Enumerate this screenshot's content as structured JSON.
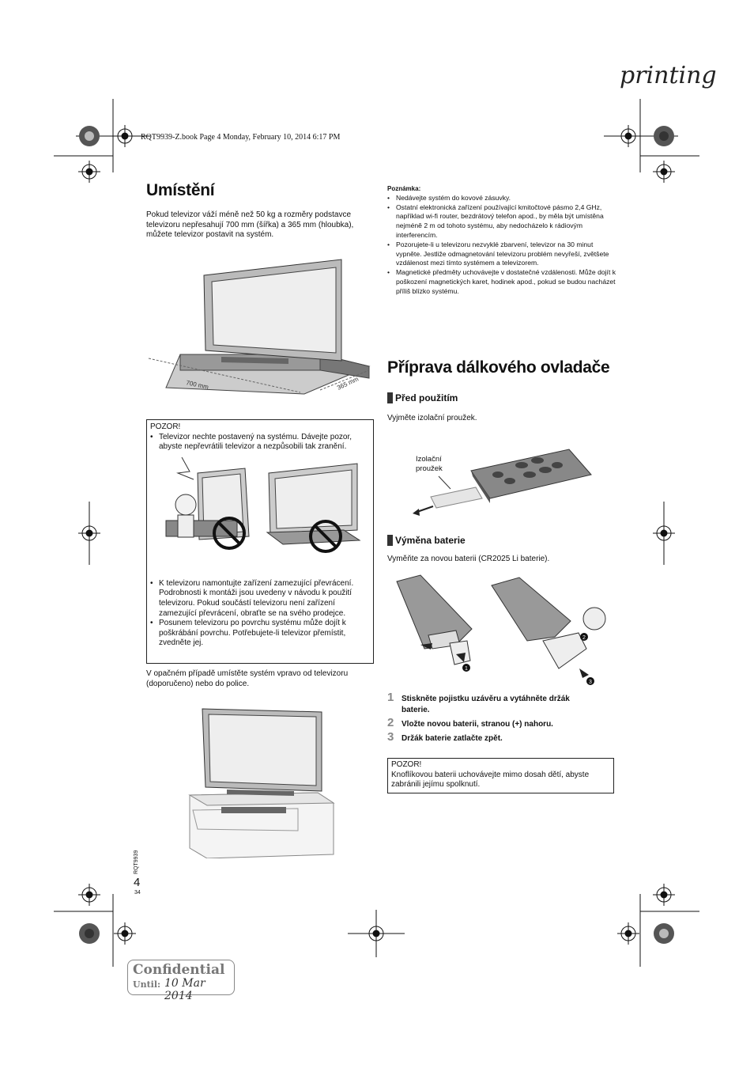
{
  "header": {
    "printing": "printing",
    "book_line": "RQT9939-Z.book  Page 4  Monday, February 10, 2014  6:17 PM"
  },
  "placement": {
    "title": "Umístění",
    "intro": "Pokud televizor váží méně než 50 kg a rozměry podstavce televizoru nepřesahují 700 mm (šířka) a 365 mm (hloubka), můžete televizor postavit na systém.",
    "dim_width": "700 mm",
    "dim_depth": "365 mm",
    "caution_title": "POZOR!",
    "caution_item1": "Televizor nechte postavený na systému. Dávejte pozor, abyste nepřevrátili televizor a nezpůsobili tak zranění.",
    "caution_item2": "K televizoru namontujte zařízení zamezující převrácení. Podrobnosti k montáži jsou uvedeny v návodu k použití televizoru. Pokud součástí televizoru není zařízení zamezující převrácení, obraťte se na svého prodejce.",
    "caution_item3": "Posunem televizoru po povrchu systému může dojít k poškrábání povrchu. Potřebujete-li televizor přemístit, zvedněte jej.",
    "otherwise": "V opačném případě umístěte systém vpravo od televizoru (doporučeno) nebo do police."
  },
  "note": {
    "title": "Poznámka:",
    "item1": "Nedávejte systém do kovové zásuvky.",
    "item2": "Ostatní elektronická zařízení používající kmitočtové pásmo 2,4 GHz, například wi-fi router, bezdrátový telefon apod., by měla být umístěna nejméně 2 m od tohoto systému, aby nedocházelo k rádiovým interferencím.",
    "item3": "Pozorujete-li u televizoru nezvyklé zbarvení, televizor na 30 minut vypněte. Jestliže odmagnetování televizoru problém nevyřeší, zvětšete vzdálenost mezi tímto systémem a televizorem.",
    "item4": "Magnetické předměty uchovávejte v dostatečné vzdálenosti. Může dojít k poškození magnetických karet, hodinek apod., pokud se budou nacházet příliš blízko systému."
  },
  "remote": {
    "title": "Příprava dálkového ovladače",
    "before_title": "Před použitím",
    "before_text": "Vyjměte izolační proužek.",
    "strip_label_1": "Izolační",
    "strip_label_2": "proužek",
    "replace_title": "Výměna baterie",
    "replace_text": "Vyměňte za novou baterii (CR2025 Li baterie).",
    "marker_1": "1",
    "marker_2": "2",
    "marker_3": "3",
    "steps": [
      {
        "num": "1",
        "text": "Stiskněte pojistku uzávěru a vytáhněte držák baterie."
      },
      {
        "num": "2",
        "text": "Vložte novou baterii, stranou (+) nahoru."
      },
      {
        "num": "3",
        "text": "Držák baterie zatlačte zpět."
      }
    ],
    "caution_title": "POZOR!",
    "caution_text": "Knoflíkovou baterii uchovávejte mimo dosah dětí, abyste zabránili jejímu spolknutí."
  },
  "footer": {
    "side_code": "RQT9939",
    "page_number": "4",
    "page_sub": "34",
    "confidential": "Confidential",
    "until_label": "Until:",
    "until_date": "10 Mar 2014"
  }
}
